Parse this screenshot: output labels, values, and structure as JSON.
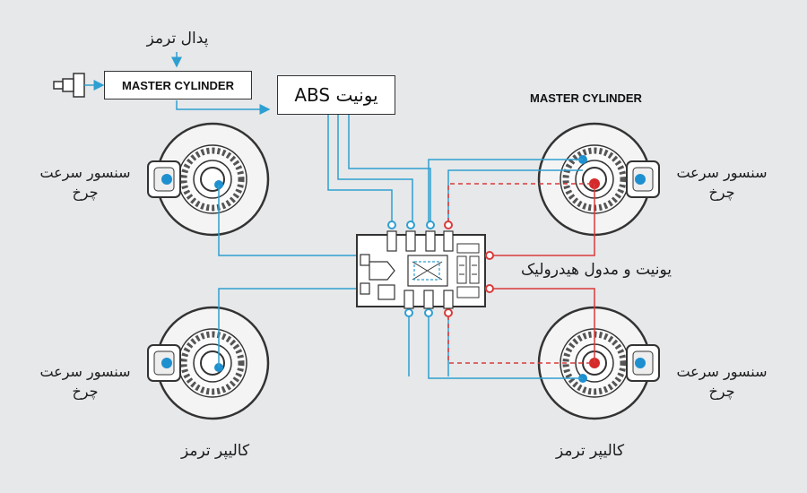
{
  "labels": {
    "brake_pedal": "پدال ترمز",
    "master_cylinder_box": "MASTER CYLINDER",
    "abs_unit": "یونیت ABS",
    "master_cylinder_right": "MASTER CYLINDER",
    "wheel_speed_sensor_line1": "سنسور سرعت",
    "wheel_speed_sensor_line2": "چرخ",
    "hydraulic_unit": "یونیت و مدول هیدرولیک",
    "brake_caliper": "کالیپر ترمز"
  },
  "colors": {
    "background": "#e7e8ea",
    "blue_line": "#2e9fd0",
    "red_line": "#d93a3a",
    "outline": "#333333",
    "sensor_dot": "#1e90d0",
    "red_dot": "#d42a2a"
  },
  "icons": [
    "brake-disc-icon",
    "wheel-speed-sensor-icon",
    "brake-pedal-pushrod-icon",
    "hydraulic-valve-block-icon"
  ]
}
